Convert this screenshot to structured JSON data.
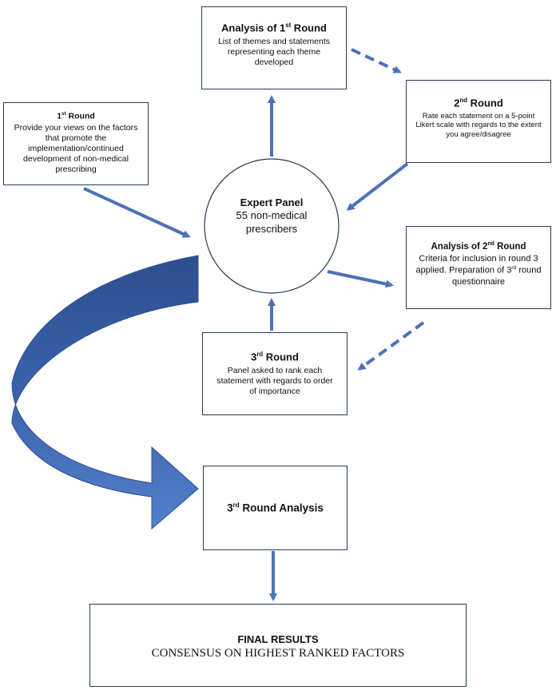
{
  "analysis1": {
    "title_pre": "Analysis of 1",
    "title_sup": "st",
    "title_post": " Round",
    "body": "List of themes and statements representing each theme developed"
  },
  "round1": {
    "title_pre": "1",
    "title_sup": "st",
    "title_post": " Round",
    "body": "Provide your views on the factors that promote the implementation/continued development of non-medical prescribing"
  },
  "round2": {
    "title_pre": "2",
    "title_sup": "nd",
    "title_post": " Round",
    "body": "Rate each statement on a 5-point Likert scale with regards to the extent you agree/disagree"
  },
  "panel": {
    "title": "Expert Panel",
    "line1": "55 non-medical",
    "line2": "prescribers"
  },
  "analysis2": {
    "title_pre": "Analysis of 2",
    "title_sup": "nd",
    "title_post": " Round",
    "body_pre": "Criteria for inclusion in round 3 applied. Preparation of 3",
    "body_sup": "rd",
    "body_post": " round questionnaire"
  },
  "round3": {
    "title_pre": "3",
    "title_sup": "rd",
    "title_post": " Round",
    "body": "Panel asked to rank each statement with regards to order of importance"
  },
  "analysis3": {
    "title_pre": "3",
    "title_sup": "rd",
    "title_post": " Round Analysis"
  },
  "final": {
    "title": "FINAL RESULTS",
    "subtitle": "CONSENSUS ON HIGHEST RANKED FACTORS"
  },
  "colors": {
    "arrow": "#4a72b8",
    "curve_dark": "#2d4f8f",
    "curve_light": "#4f7bc9",
    "border": "#2b3a55"
  }
}
